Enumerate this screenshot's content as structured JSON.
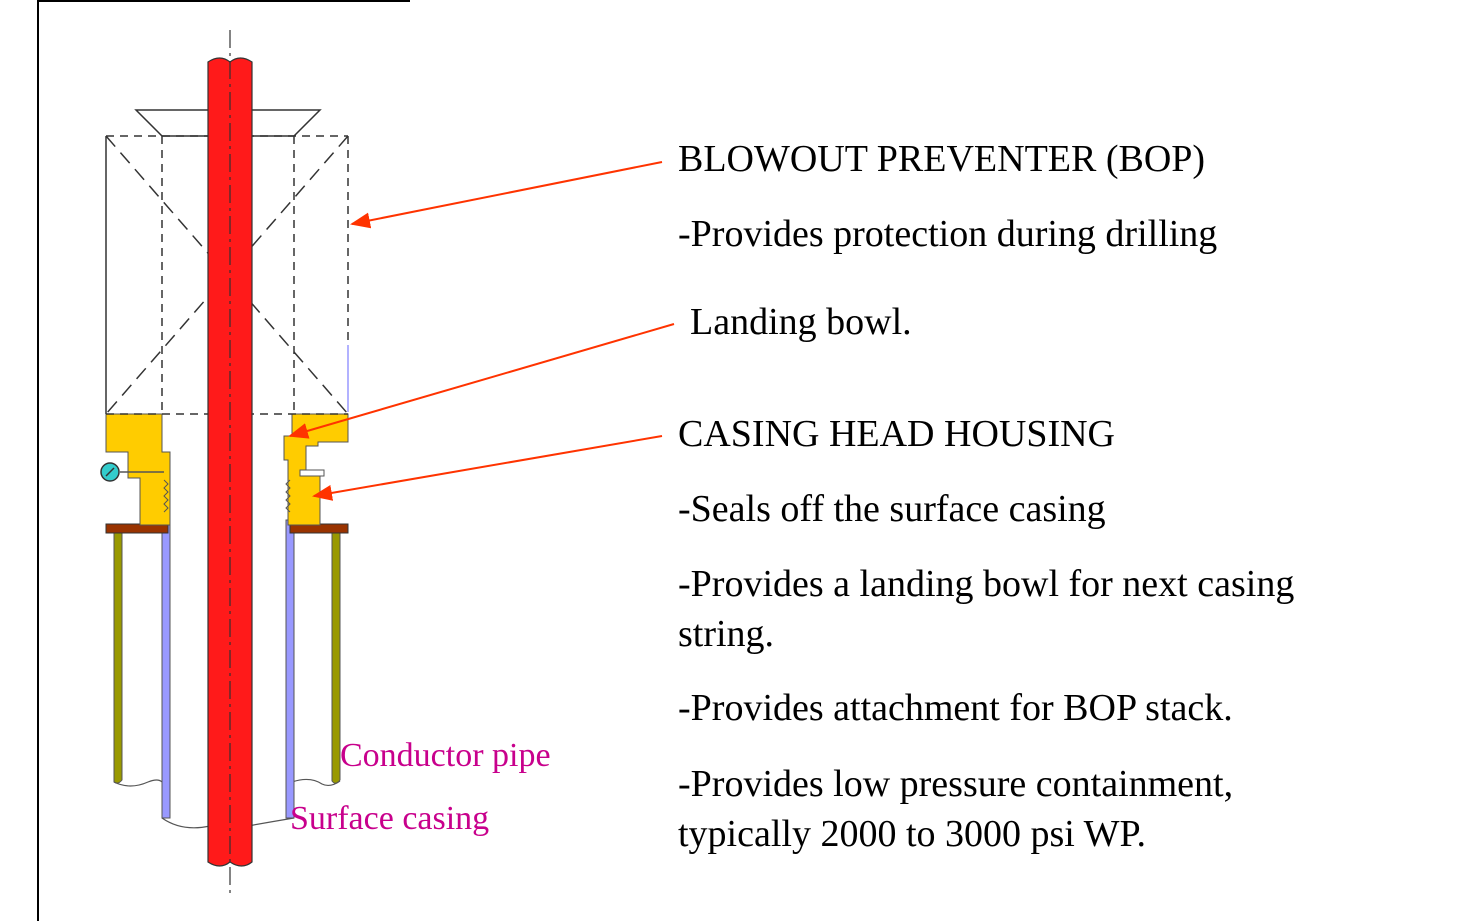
{
  "labels": {
    "bop_title": "BLOWOUT PREVENTER (BOP)",
    "bop_desc": "-Provides protection during drilling",
    "landing_bowl": "Landing bowl.",
    "chh_title": "CASING HEAD HOUSING",
    "chh_item1": "-Seals off the surface casing",
    "chh_item2_line1": "-Provides a landing bowl  for next casing",
    "chh_item2_line2": "string.",
    "chh_item3": "-Provides attachment for BOP stack.",
    "chh_item4_line1": "-Provides low pressure containment,",
    "chh_item4_line2": "typically 2000 to  3000 psi WP.",
    "conductor_pipe": "Conductor pipe",
    "surface_casing": "Surface casing"
  },
  "colors": {
    "drill_pipe": "#ff1a1a",
    "housing": "#ffcc00",
    "surface_casing": "#9999ff",
    "conductor_pipe": "#999900",
    "base_plate": "#993300",
    "gauge": "#33cccc",
    "pointer_arrow": "#ff3300",
    "pink_label": "#c8008c"
  }
}
